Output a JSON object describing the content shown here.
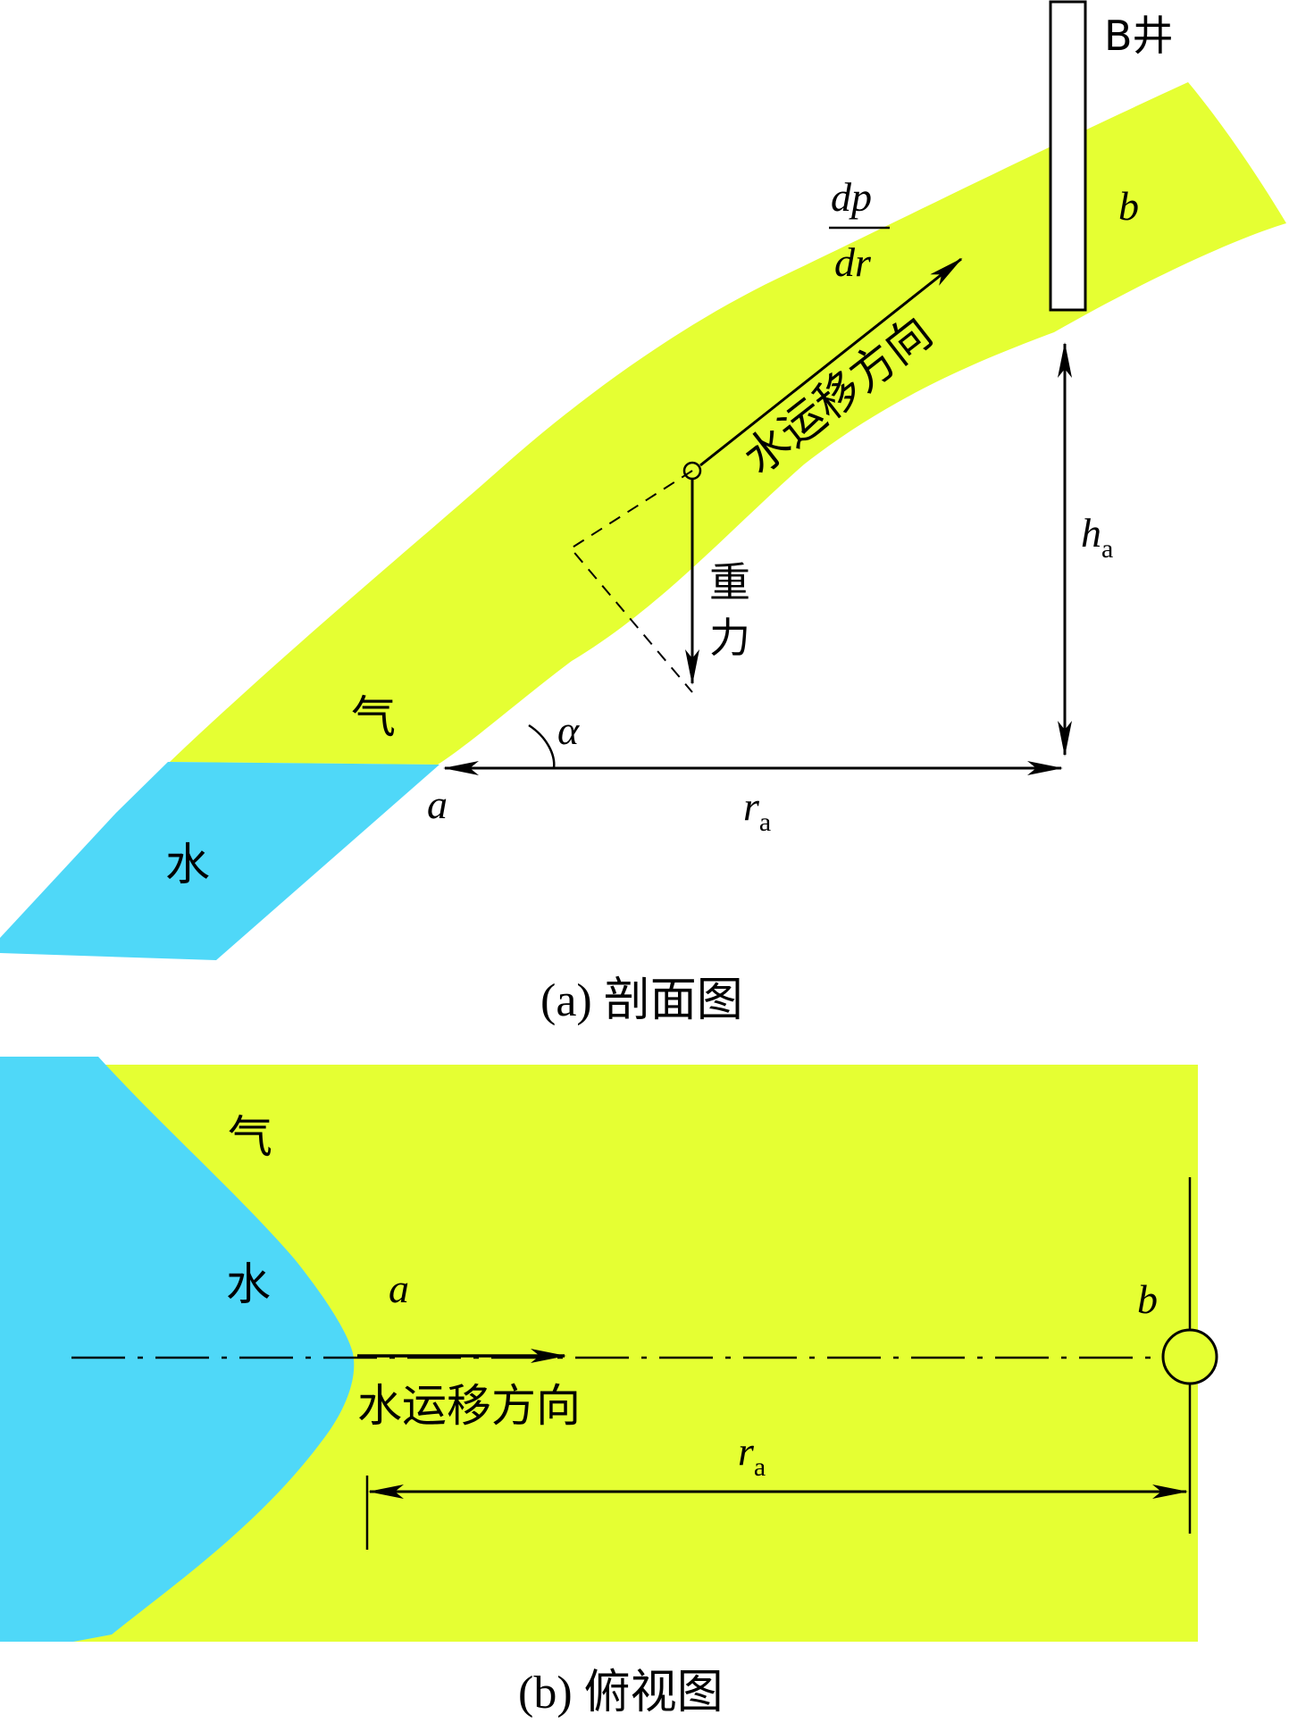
{
  "colors": {
    "gas_zone": "#e5ff33",
    "water_zone": "#4fd8f8",
    "line": "#000000",
    "background": "#ffffff"
  },
  "panel_a": {
    "caption": "(a) 剖面图",
    "well_label": "B井",
    "point_b": "b",
    "point_a": "a",
    "gradient_numerator": "dp",
    "gradient_denominator": "dr",
    "migration_direction": "水运移方向",
    "gravity_char_1": "重",
    "gravity_char_2": "力",
    "height_symbol": "h",
    "height_subscript": "a",
    "angle_symbol": "α",
    "distance_symbol": "r",
    "distance_subscript": "a",
    "gas_label": "气",
    "water_label": "水"
  },
  "panel_b": {
    "caption": "(b) 俯视图",
    "gas_label": "气",
    "water_label": "水",
    "point_a": "a",
    "point_b": "b",
    "migration_direction": "水运移方向",
    "distance_symbol": "r",
    "distance_subscript": "a"
  }
}
